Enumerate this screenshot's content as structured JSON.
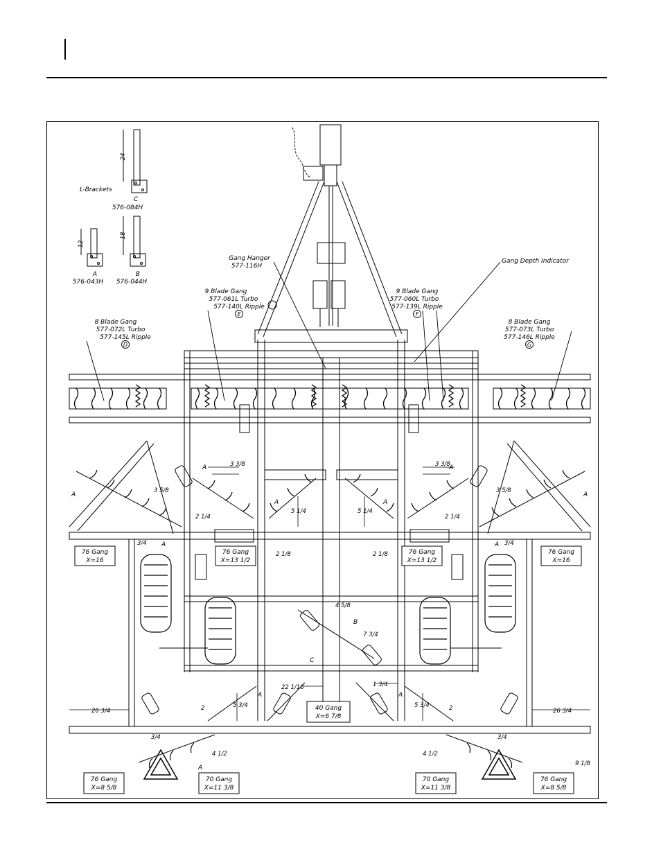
{
  "brackets": {
    "title": "L-Brackets",
    "c": {
      "letter": "C",
      "part": "576-084H",
      "dim": "24"
    },
    "b": {
      "letter": "B",
      "part": "576-044H",
      "dim": "18"
    },
    "a": {
      "letter": "A",
      "part": "576-043H",
      "dim": "12"
    }
  },
  "callouts": {
    "gang_hanger": {
      "name": "Gang Hanger",
      "part": "577-116H"
    },
    "depth_indicator": {
      "name": "Gang Depth Indicator"
    },
    "gang9_left": {
      "title": "9 Blade Gang",
      "turbo": "577-061L Turbo",
      "ripple": "577-140L Ripple",
      "letter": "E"
    },
    "gang9_right": {
      "title": "9 Blade Gang",
      "turbo": "577-060L Turbo",
      "ripple": "577-139L Ripple",
      "letter": "F"
    },
    "gang8_left": {
      "title": "8 Blade Gang",
      "turbo": "577-072L Turbo",
      "ripple": "577-145L Ripple",
      "letter": "D"
    },
    "gang8_right": {
      "title": "8 Blade Gang",
      "turbo": "577-073L Turbo",
      "ripple": "577-146L Ripple",
      "letter": "G"
    }
  },
  "boxes": [
    {
      "gang": "76 Gang",
      "x": "X=16"
    },
    {
      "gang": "76 Gang",
      "x": "X=13 1/2"
    },
    {
      "gang": "76 Gang",
      "x": "X=13 1/2"
    },
    {
      "gang": "76 Gang",
      "x": "X=16"
    },
    {
      "gang": "40 Gang",
      "x": "X=6 7/8"
    },
    {
      "gang": "76 Gang",
      "x": "X=8 5/8"
    },
    {
      "gang": "70 Gang",
      "x": "X=11 3/8"
    },
    {
      "gang": "70 Gang",
      "x": "X=11 3/8"
    },
    {
      "gang": "76 Gang",
      "x": "X=8 5/8"
    }
  ],
  "letters": {
    "a": "A",
    "b": "B",
    "c": "C"
  },
  "dims": {
    "d1": "3 3/8",
    "d2": "3 5/8",
    "d3": "2 1/4",
    "d4": "5 1/4",
    "d5": "3/4",
    "d6": "2 1/8",
    "d7": "4 5/8",
    "d8": "7 3/4",
    "d9": "22 1/16",
    "d10": "1 3/4",
    "d11": "2",
    "d12": "26 3/4",
    "d13": "5 3/4",
    "d14": "4 1/2",
    "d15": "9 1/8"
  }
}
